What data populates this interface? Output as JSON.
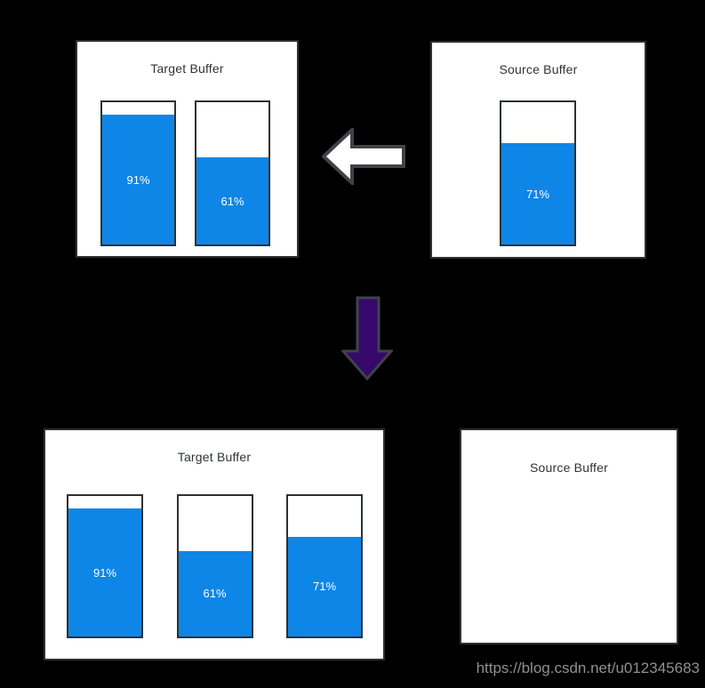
{
  "watermark": "https://blog.csdn.net/u012345683",
  "colors": {
    "background": "#000000",
    "panel_bg": "#ffffff",
    "panel_border": "#2d3134",
    "title_text": "#2f3336",
    "bar_fill_blue": "#0d86e8",
    "bar_label": "#ffffff",
    "arrow_left_fill": "#ffffff",
    "arrow_down_fill": "#36086b",
    "arrow_border": "#3f4347",
    "watermark_text": "#909090"
  },
  "arrows": {
    "merge_arrow_direction": "left",
    "flow_arrow_direction": "down"
  },
  "before": {
    "target_buffer": {
      "title": "Target Buffer",
      "bars": [
        {
          "percent": 91,
          "label": "91%"
        },
        {
          "percent": 61,
          "label": "61%"
        }
      ]
    },
    "source_buffer": {
      "title": "Source Buffer",
      "bars": [
        {
          "percent": 71,
          "label": "71%"
        }
      ]
    }
  },
  "after": {
    "target_buffer": {
      "title": "Target Buffer",
      "bars": [
        {
          "percent": 91,
          "label": "91%"
        },
        {
          "percent": 61,
          "label": "61%"
        },
        {
          "percent": 71,
          "label": "71%"
        }
      ]
    },
    "source_buffer": {
      "title": "Source Buffer",
      "bars": []
    }
  }
}
